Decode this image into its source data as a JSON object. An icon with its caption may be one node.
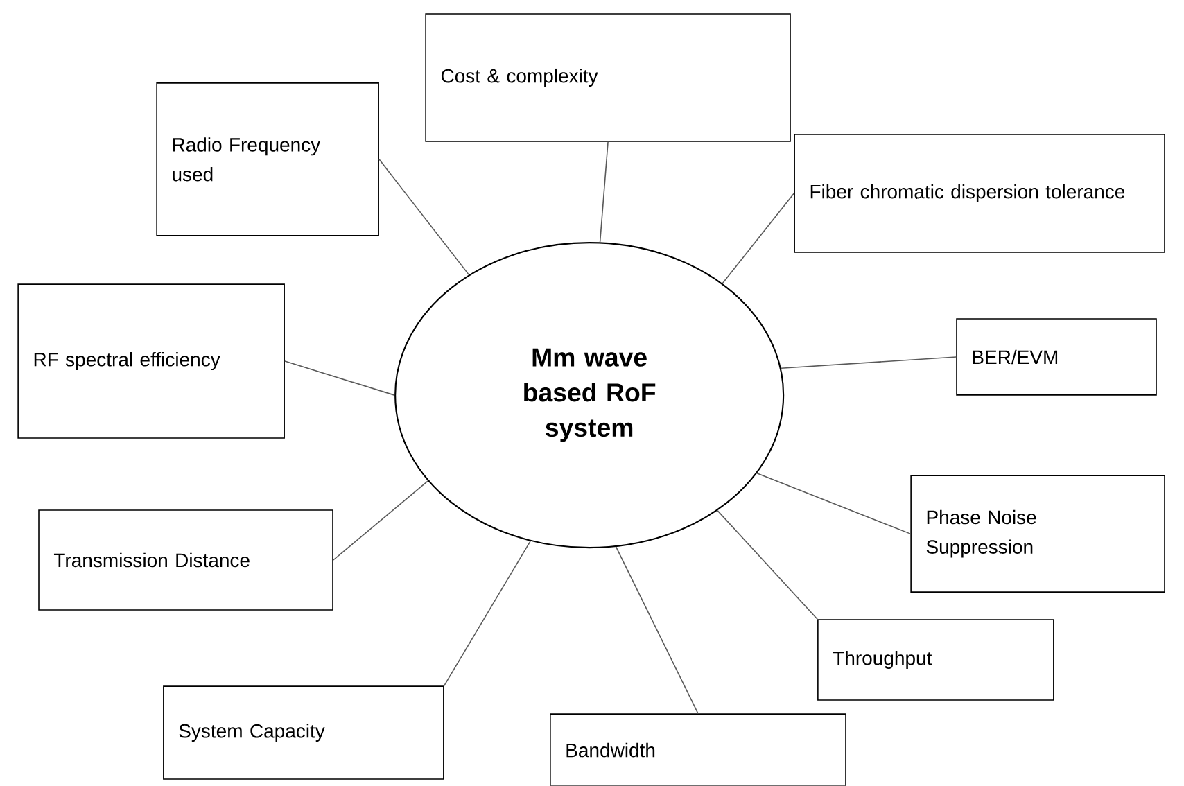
{
  "diagram": {
    "nodes": [
      {
        "text": [
          "Radio Frequency used"
        ]
      },
      {
        "text": [
          "Cost & complexity"
        ]
      },
      {
        "text": [
          "Fiber chromatic dispersion tolerance"
        ]
      },
      {
        "text": [
          "RF spectral efficiency"
        ]
      },
      {
        "text": [
          "Mm wave based RoF system"
        ]
      },
      {
        "text": [
          "BER/EVM"
        ]
      },
      {
        "text": [
          "Phase Noise Suppression"
        ]
      },
      {
        "text": [
          "Transmission Distance"
        ]
      },
      {
        "text": [
          "Throughput"
        ]
      },
      {
        "text": [
          "System Capacity"
        ]
      },
      {
        "text": [
          "Bandwidth"
        ]
      }
    ],
    "edges": [
      {
        "from": 4,
        "to": 0,
        "arrow": "none"
      },
      {
        "from": 4,
        "to": 1,
        "arrow": "none"
      },
      {
        "from": 4,
        "to": 2,
        "arrow": "none"
      },
      {
        "from": 4,
        "to": 3,
        "arrow": "none"
      },
      {
        "from": 4,
        "to": 5,
        "arrow": "none"
      },
      {
        "from": 4,
        "to": 6,
        "arrow": "none"
      },
      {
        "from": 4,
        "to": 7,
        "arrow": "none"
      },
      {
        "from": 4,
        "to": 8,
        "arrow": "none"
      },
      {
        "from": 4,
        "to": 9,
        "arrow": "none"
      },
      {
        "from": 4,
        "to": 10,
        "arrow": "none"
      }
    ]
  }
}
